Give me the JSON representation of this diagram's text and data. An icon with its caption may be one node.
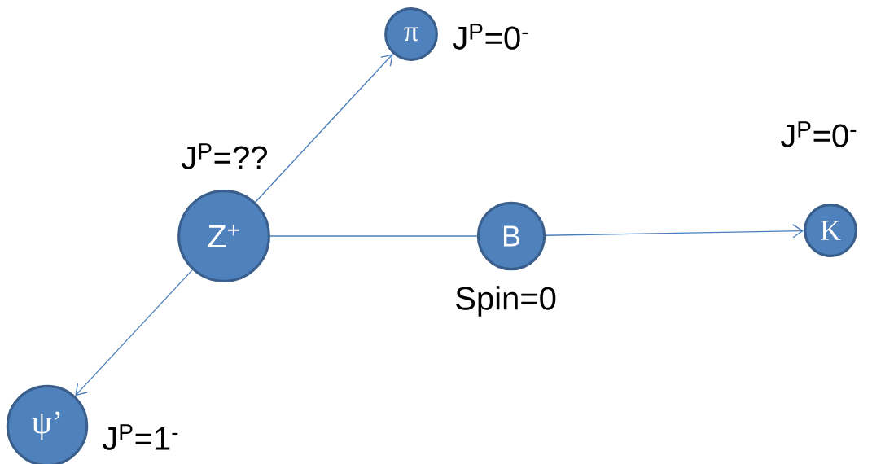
{
  "diagram": {
    "nodes": [
      {
        "text": [
          "π"
        ],
        "beside": [
          "J$^{P}$=0$^{-}$"
        ]
      },
      {
        "text": [
          "Z$^{+}$"
        ],
        "beside": [
          "J$^{P}$=??"
        ]
      },
      {
        "text": [
          "B"
        ],
        "beside": [
          "Spin=0"
        ]
      },
      {
        "text": [
          "K"
        ],
        "beside": [
          "J$^{P}$=0$^{-}$"
        ]
      },
      {
        "text": [
          "ψ’"
        ],
        "beside": [
          "J$^{P}$=1$^{-}$"
        ]
      }
    ],
    "edges": [
      {
        "from": 1,
        "to": 0,
        "arrow": "to"
      },
      {
        "from": 1,
        "to": 2,
        "arrow": "none"
      },
      {
        "from": 2,
        "to": 3,
        "arrow": "to"
      },
      {
        "from": 1,
        "to": 4,
        "arrow": "to"
      }
    ]
  }
}
